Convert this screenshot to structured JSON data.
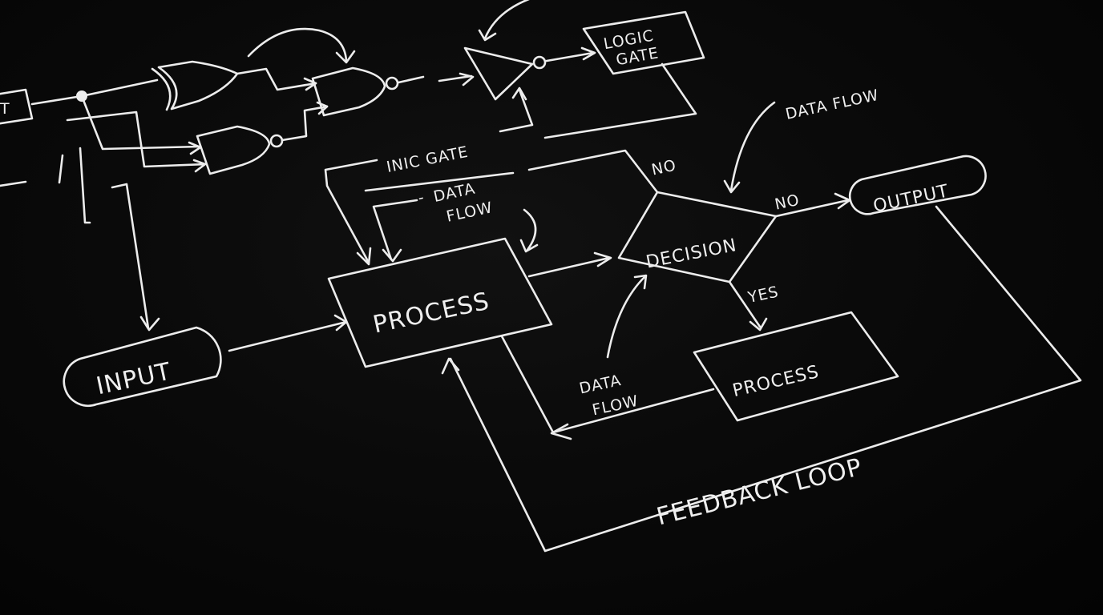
{
  "diagram": {
    "nodes": {
      "input": "INPUT",
      "process_main": "PROCESS",
      "decision": "DECISION",
      "output": "OUTPUT",
      "process_yes": "PROCESS",
      "logic_gate_line1": "LOGIC",
      "logic_gate_line2": "GATE",
      "edge_stub": "T"
    },
    "labels": {
      "inic_gate": "INIC GATE",
      "data_flow_top_line1": "DATA",
      "data_flow_top_line2": "FLOW",
      "data_flow_dash": "-",
      "data_flow_right": "DATA FLOW",
      "data_flow_bottom_line1": "DATA",
      "data_flow_bottom_line2": "FLOW",
      "no_top": "NO",
      "no_right": "NO",
      "yes": "YES",
      "feedback_loop": "FEEDBACK LOOP"
    },
    "colors": {
      "background": "#050505",
      "chalk": "#ececec"
    }
  }
}
